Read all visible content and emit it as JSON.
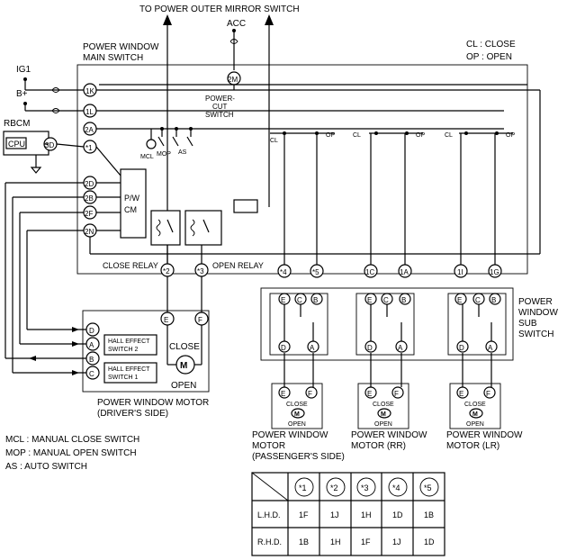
{
  "header": {
    "top_label": "TO POWER OUTER MIRROR SWITCH",
    "acc": "ACC",
    "legend_close": "CL : CLOSE",
    "legend_open": "OP : OPEN"
  },
  "main_switch": {
    "title_line1": "POWER WINDOW",
    "title_line2": "MAIN SWITCH",
    "ig1": "IG1",
    "bplus": "B+",
    "rbcm": "RBCM",
    "cpu": "CPU",
    "power_cut_line1": "POWER-",
    "power_cut_line2": "CUT",
    "power_cut_line3": "SWITCH",
    "pw_line1": "P/W",
    "pw_line2": "CM",
    "mcl": "MCL",
    "mop": "MOP",
    "as": "AS",
    "close_relay": "CLOSE RELAY",
    "open_relay": "OPEN RELAY",
    "cl": "CL",
    "op": "OP"
  },
  "terminals": {
    "t1k": "1K",
    "t1l": "1L",
    "t2a": "2A",
    "t3d": "3D",
    "t1": "*1",
    "t2d": "2D",
    "t2b": "2B",
    "t2f": "2F",
    "t2n": "2N",
    "t2m": "2M",
    "t2": "*2",
    "t3": "*3",
    "t4": "*4",
    "t5": "*5",
    "t1c": "1C",
    "t1a": "1A",
    "t1i": "1I",
    "t1g": "1G",
    "e": "E",
    "c": "C",
    "b": "B",
    "d": "D",
    "a": "A",
    "f": "F"
  },
  "driver_motor": {
    "hall2_line1": "HALL EFFECT",
    "hall2_line2": "SWITCH 2",
    "hall1_line1": "HALL EFFECT",
    "hall1_line2": "SWITCH 1",
    "close": "CLOSE",
    "open": "OPEN",
    "m": "M",
    "title_line1": "POWER WINDOW MOTOR",
    "title_line2": "(DRIVER'S SIDE)"
  },
  "sub_switch": {
    "line1": "POWER",
    "line2": "WINDOW",
    "line3": "SUB",
    "line4": "SWITCH"
  },
  "small_motors": {
    "close": "CLOSE",
    "open": "OPEN",
    "m": "M",
    "pass_line1": "POWER WINDOW",
    "pass_line2": "MOTOR",
    "pass_line3": "(PASSENGER'S SIDE)",
    "rr_line1": "POWER WINDOW",
    "rr_line2": "MOTOR (RR)",
    "lr_line1": "POWER WINDOW",
    "lr_line2": "MOTOR (LR)"
  },
  "abbreviations": [
    "MCL : MANUAL CLOSE SWITCH",
    "MOP : MANUAL OPEN SWITCH",
    "AS   : AUTO SWITCH"
  ],
  "table": {
    "headers": [
      "*1",
      "*2",
      "*3",
      "*4",
      "*5"
    ],
    "rows": [
      {
        "label": "L.H.D.",
        "cells": [
          "1F",
          "1J",
          "1H",
          "1D",
          "1B"
        ]
      },
      {
        "label": "R.H.D.",
        "cells": [
          "1B",
          "1H",
          "1F",
          "1J",
          "1D"
        ]
      }
    ]
  }
}
